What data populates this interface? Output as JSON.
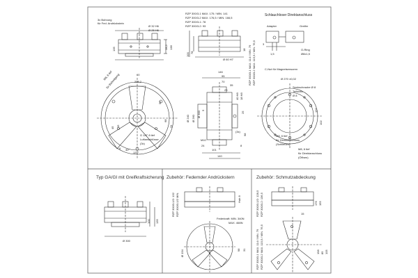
{
  "top_main": {
    "bore_note_1": "3x Bohrung",
    "bore_note_2": "für Fed. Andrückstein",
    "dia_32_h6": "Ø 32 H6",
    "dia_25_h6": "Ø 25 H6",
    "dia_60_h7": "Ø 60 H7",
    "dim_135": "135",
    "dim_138": "138",
    "dim_28_5": "28,5",
    "rzp_300_3_1": "RZP 300/3-1 MAX. 175 / MIN. 141",
    "rzp_300_3_2": "RZP 300/3-2 MAX. 176,5 / MIN. 166,5",
    "rzp_78": "RZP 300/3-1: 78",
    "rzp_93": "RZP 300/3-2: 93",
    "dim_100": "100",
    "dim_78b": "78",
    "dim_18": "18"
  },
  "top_right": {
    "title": "Schlauchloser Direktanschluss",
    "adapter": "Adapter",
    "greifer": "Greifer",
    "o_ring": "O-Ring",
    "o_ring_size": "Ø8x1,5",
    "dim_3": "3",
    "dim_1_5": "1,5"
  },
  "mid_left": {
    "m8_tief": "M8, 8 tief",
    "fur_befestigung": "für Befestigung",
    "dim_225_2": "225,2",
    "dim_60": "60",
    "dim_45": "45",
    "dim_15": "15",
    "dim_9": "9",
    "dim_31": "31",
    "dim_68": "68",
    "dim_56": "56",
    "g_1_8": "G 1/8\" 8 tief",
    "luftanschlusse": "Luftanschlüsse",
    "dim_30_deg": "30°",
    "dim_120_deg": "120°",
    "dim_3x": "(3x)"
  },
  "mid_center": {
    "dim_146": "146",
    "dim_95": "95",
    "dim_70": "70",
    "dim_35": "35",
    "dim_23": "23",
    "dim_40h8": "40 H8",
    "dim_18_h8": "18 H8",
    "dim_240": "Ø 240",
    "dim_260": "Ø 260",
    "dim_300": "Ø 300",
    "dim_5": "5",
    "dim_25": "25",
    "dim_98": "98",
    "m10": "M10",
    "dim_24": "24",
    "dim_101": "101",
    "dim_140": "140",
    "rzp_max_114": "RZP 300/3-1 MAX. 114 / MIN. 79",
    "rzp_max_115": "RZP 300/3-2 MAX. 115,5 / MIN. 76,5",
    "dim_nut": "(3x)",
    "dim_8": "8"
  },
  "mid_right": {
    "c_nut": "C-Nut für Magnetsensoren",
    "dim_270": "Ø 270 ±0,02",
    "teilkreis": "Teilkreis",
    "dim_8f": "Ø 8",
    "schraube": "Senkschraube Ø 8",
    "dim_137": "137",
    "dim_102": "102",
    "m8_6_tief": "M8, 6 tief",
    "fur_direkt": "für Direktanschluss",
    "schliessen": "(Schließen)",
    "m8_6_tief_2": "M8, 6 tief",
    "fur_direkt_2": "für Direktanschluss",
    "offnen": "(Öffnen)"
  },
  "bottom_left": {
    "title": "Typ GA/GI mit Greifkraftsicherung",
    "dim_300": "Ø 300",
    "dim_100": "100",
    "dim_135": "135"
  },
  "bottom_mid": {
    "title": "Zubehör: Federnder Andrückstern",
    "rzp_132": "RZP 300/3-1/2: 132",
    "rzp_300_3_1_2": "RZP 300/3-1/2 MIN.",
    "dim_1": "Hub 8",
    "federkraft_1": "Federkraft: MIN. 340N",
    "federkraft_2": "MAX. 468N",
    "dim_98": "98",
    "dim_31": "31",
    "dim_154": "Ø 154"
  },
  "bottom_right": {
    "title": "Zubehör: Schmutzabdeckung",
    "rzp_128": "RZP 300/3-1/2: 128,5",
    "rzp_136": "RZP 300/3-2: 136,5",
    "rzp_max_79": "RZP 300/3-1 MAX. 114 / MIN. 79",
    "rzp_max_76": "RZP 300/3-2 MAX. 115,5 / MIN. 76,5",
    "dim_176": "176",
    "dim_155": "155",
    "dim_158": "158",
    "dim_85": "85",
    "dim_15": "15",
    "dim_105": "105"
  }
}
